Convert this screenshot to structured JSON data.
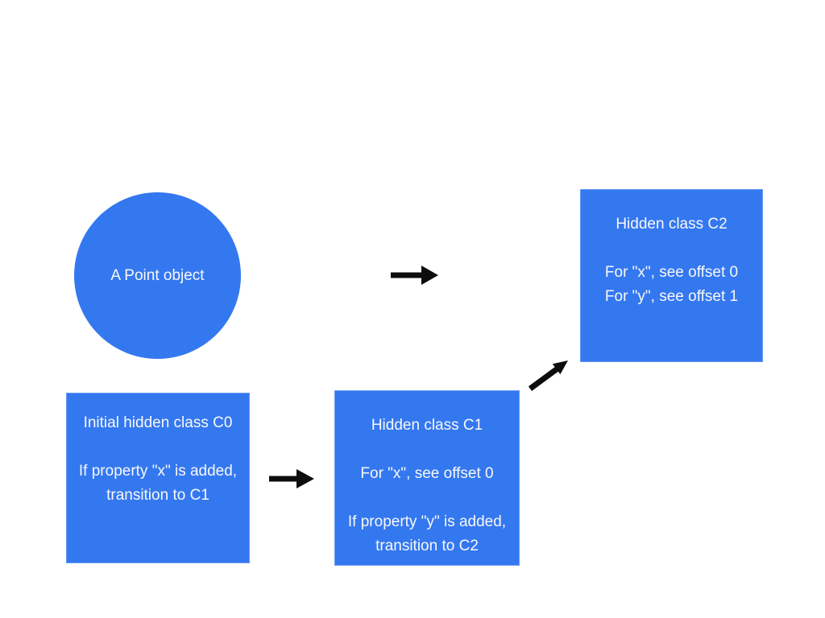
{
  "colors": {
    "background": "#ffffff",
    "shape_fill": "#3478f0",
    "shape_text": "#f8f8f8",
    "arrow": "#0d0d0d"
  },
  "circle": {
    "label": "A Point object"
  },
  "boxes": {
    "c0": {
      "lines": [
        "Initial hidden class C0",
        "",
        "If property \"x\" is added,",
        "transition to C1"
      ]
    },
    "c1": {
      "lines": [
        "Hidden class C1",
        "",
        "For \"x\", see offset 0",
        "",
        "If property \"y\" is added,",
        "transition to C2"
      ]
    },
    "c2": {
      "lines": [
        "Hidden class C2",
        "",
        "For \"x\", see offset 0",
        "For \"y\", see offset 1"
      ]
    }
  }
}
